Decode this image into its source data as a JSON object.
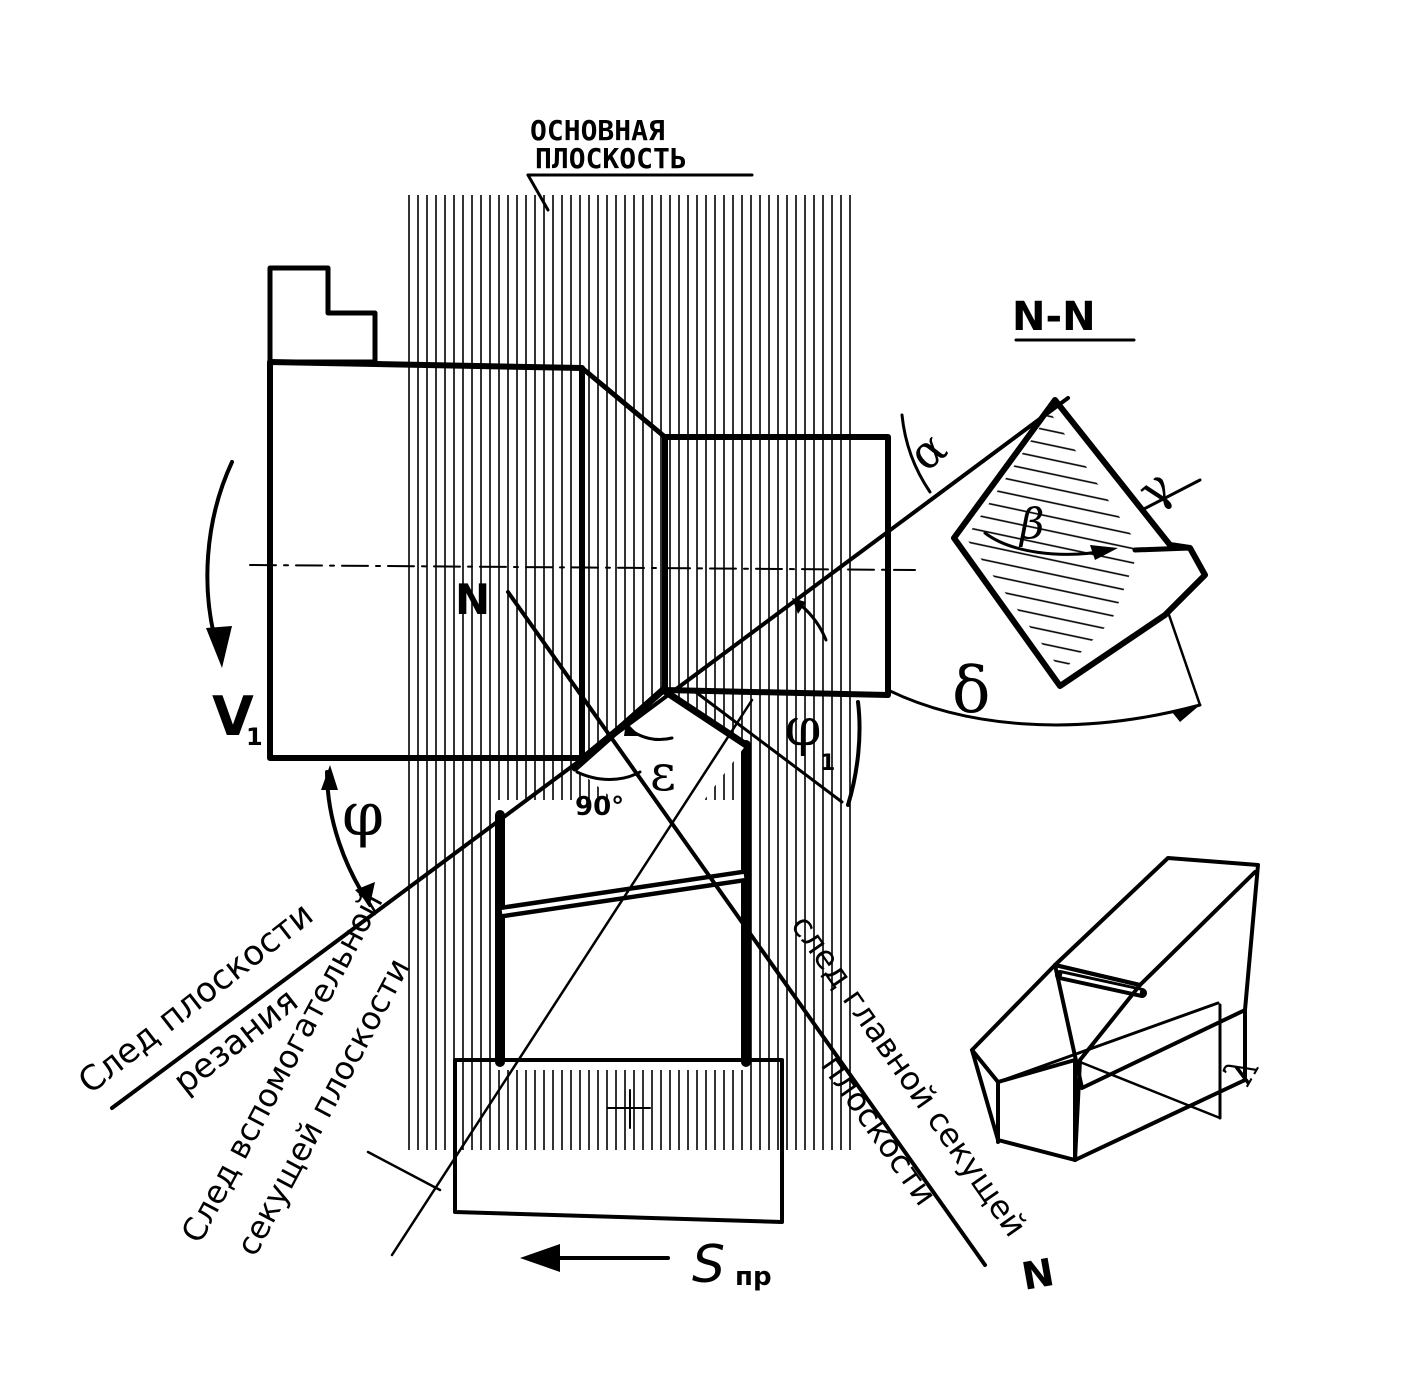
{
  "labels": {
    "base_plane_line1": "ОСНОВНАЯ",
    "base_plane_line2": "ПЛОСКОСТЬ",
    "section": "N-N",
    "v": "V",
    "v_sub": "1",
    "n_top": "N",
    "n_bottom": "N",
    "phi": "φ",
    "phi1": "φ",
    "phi1_sub": "1",
    "epsilon": "ε",
    "angle_90": "90°",
    "alpha": "α",
    "beta": "β",
    "gamma": "γ",
    "delta": "δ",
    "lambda": "λ",
    "feed": "S",
    "feed_sub": "пр",
    "cutting_plane_line1": "След плоскости",
    "cutting_plane_line2": "резания",
    "aux_plane_line1": "След вспомогательной",
    "aux_plane_line2": "секущей плоскости",
    "main_plane_line1": "след главной секущей",
    "main_plane_line2": "плоскости"
  },
  "colors": {
    "ink": "#000000",
    "paper": "#ffffff"
  }
}
